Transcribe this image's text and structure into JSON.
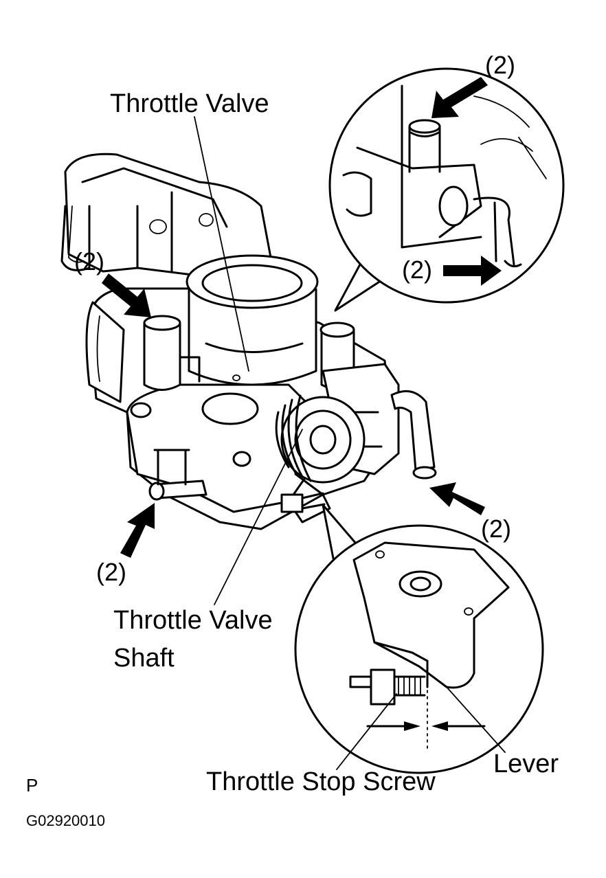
{
  "labels": {
    "throttle_valve": "Throttle Valve",
    "throttle_valve_shaft_line1": "Throttle Valve",
    "throttle_valve_shaft_line2": "Shaft",
    "throttle_stop_screw": "Throttle Stop Screw",
    "lever": "Lever"
  },
  "callouts": {
    "top_inset_top": "(2)",
    "top_inset_right": "(2)",
    "left_upper": "(2)",
    "right_lower": "(2)",
    "left_lower": "(2)"
  },
  "footer": {
    "marker": "P",
    "figure_code": "G02920010"
  }
}
